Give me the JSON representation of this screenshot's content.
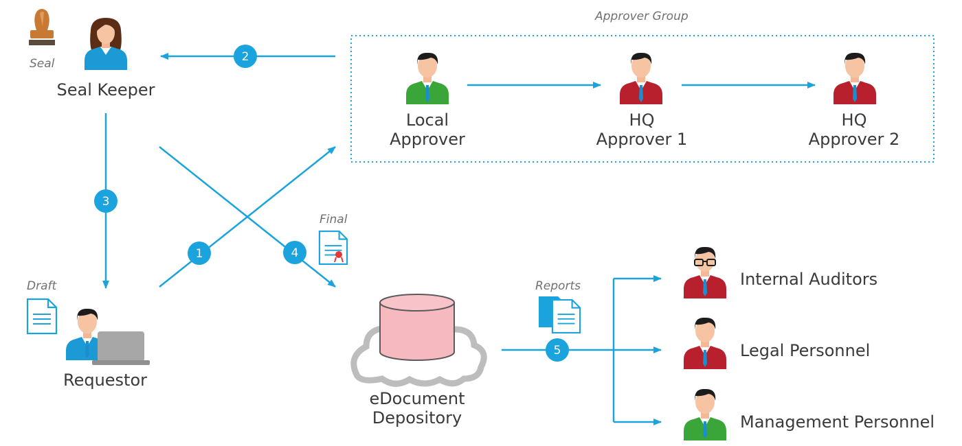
{
  "approver_group": {
    "title": "Approver Group",
    "members": [
      {
        "line1": "Local",
        "line2": "Approver"
      },
      {
        "line1": "HQ",
        "line2": "Approver 1"
      },
      {
        "line1": "HQ",
        "line2": "Approver 2"
      }
    ]
  },
  "seal_keeper": {
    "label": "Seal Keeper",
    "seal_caption": "Seal"
  },
  "requestor": {
    "label": "Requestor",
    "draft_caption": "Draft"
  },
  "depository": {
    "line1": "eDocument",
    "line2": "Depository",
    "final_caption": "Final",
    "reports_caption": "Reports"
  },
  "recipients": [
    "Internal Auditors",
    "Legal Personnel",
    "Management Personnel"
  ],
  "steps": [
    "1",
    "2",
    "3",
    "4",
    "5"
  ],
  "colors": {
    "arrow": "#1aa3dc",
    "badge": "#1aa3dc",
    "blue_shirt": "#1c9ad6",
    "green_shirt": "#3aa63a",
    "red_shirt": "#b8202e",
    "cylinder": "#f6b9bf",
    "cloud": "#bdbdbd",
    "seal": "#b86a2a",
    "text": "#3a3a3a"
  },
  "icons": [
    "seal-stamp-icon",
    "person-icon",
    "laptop-icon",
    "document-icon",
    "certificate-document-icon",
    "reports-icon",
    "database-cloud-icon"
  ]
}
